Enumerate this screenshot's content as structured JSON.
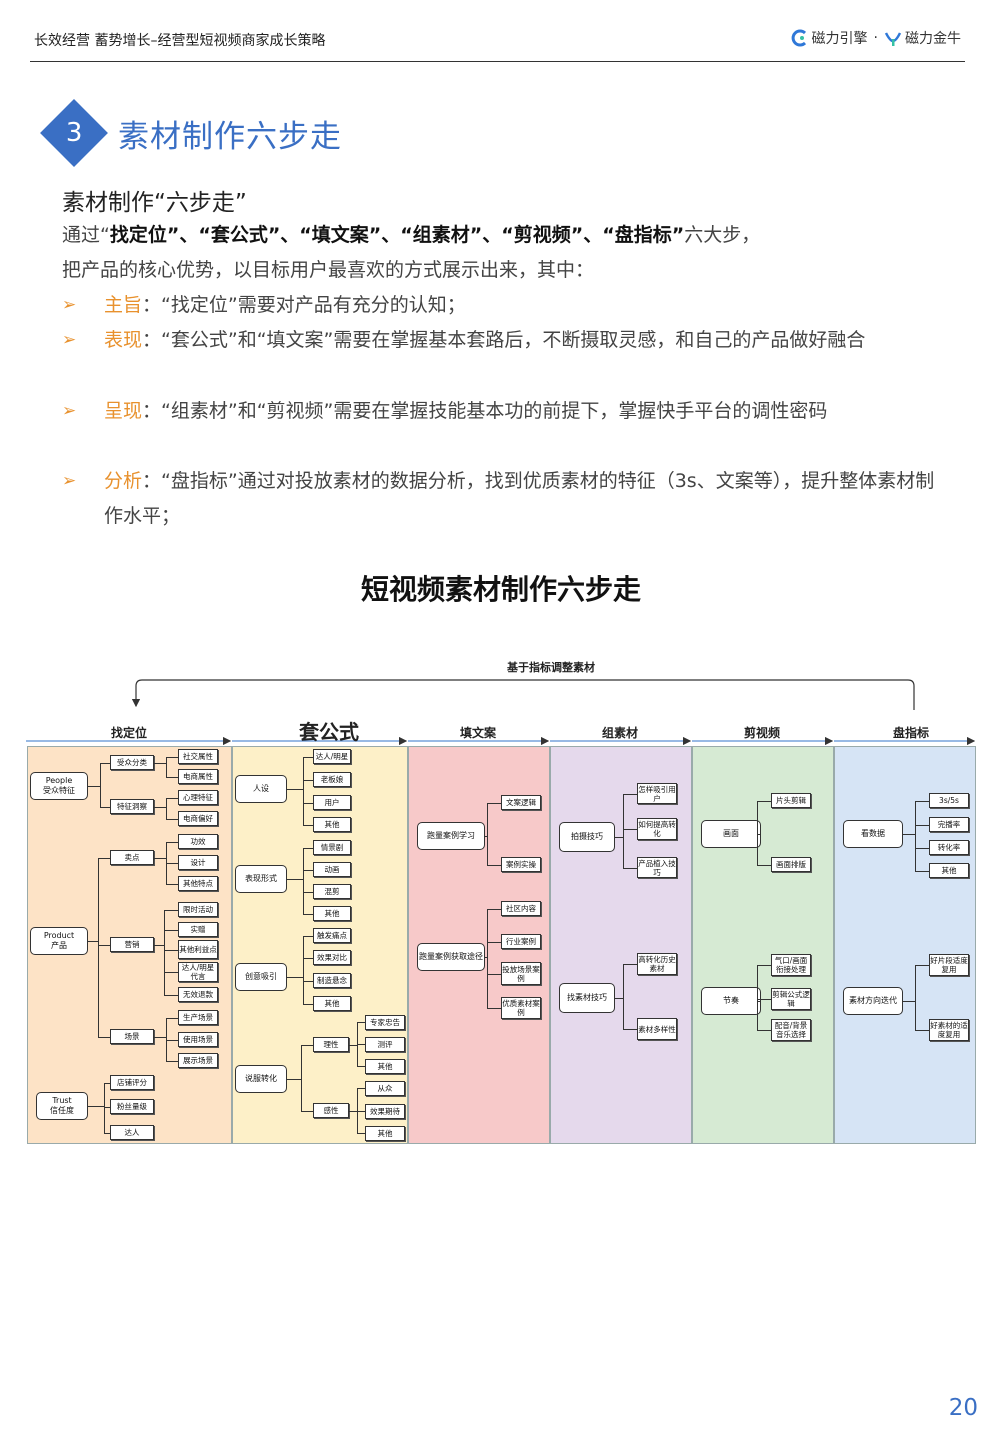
{
  "header": {
    "title": "长效经营 蓄势增长–经营型短视频商家成长策略",
    "logo1": "磁力引擎",
    "separator": "·",
    "logo2": "磁力金牛"
  },
  "section": {
    "number": "3",
    "title": "素材制作六步走"
  },
  "subhead": "素材制作“六步走”",
  "intro": {
    "p1": "通过“",
    "k1": "找定位”、“套公式”、“填文案”、“组素材”、“剪视频”、“盘指标”",
    "p2": "六大步，",
    "line2": "把产品的核心优势，以目标用户最喜欢的方式展示出来，其中："
  },
  "bullets": [
    {
      "arrow": "➢",
      "kw": "主旨",
      "text": "：“找定位”需要对产品有充分的认知；"
    },
    {
      "arrow": "➢",
      "kw": "表现",
      "text": "：“套公式”和“填文案”需要在掌握基本套路后，不断摄取灵感，和自己的产品做好融合"
    },
    {
      "arrow": "➢",
      "kw": "呈现",
      "text": "：“组素材”和“剪视频”需要在掌握技能基本功的前提下，掌握快手平台的调性密码"
    },
    {
      "arrow": "➢",
      "kw": "分析",
      "text": "：“盘指标”通过对投放素材的数据分析，找到优质素材的特征（3s、文案等），提升整体素材制作水平；"
    }
  ],
  "chart": {
    "title": "短视频素材制作六步走",
    "feedback": "基于指标调整素材",
    "steps": [
      "找定位",
      "套公式",
      "填文案",
      "组素材",
      "剪视频",
      "盘指标"
    ],
    "colors": [
      "#fde3c6",
      "#fdf0c8",
      "#f7c9c9",
      "#e5d9ec",
      "#d6ead3",
      "#d6e4f5"
    ],
    "c1": {
      "roots": [
        "People\n受众特征",
        "Product\n产品",
        "Trust\n信任度"
      ],
      "mids": [
        "受众分类",
        "特征洞察",
        "卖点",
        "营销",
        "场景",
        "店铺评分",
        "粉丝量级",
        "达人"
      ],
      "leaves": [
        "社交属性",
        "电商属性",
        "心理特征",
        "电商偏好",
        "功效",
        "设计",
        "其他特点",
        "限时活动",
        "实赠",
        "其他利益点",
        "达人/明星代言",
        "无效退款",
        "生产场景",
        "使用场景",
        "展示场景"
      ]
    },
    "c2": {
      "roots": [
        "人设",
        "表现形式",
        "创意吸引",
        "说服转化"
      ],
      "leaves": [
        "达人/明星",
        "老板娘",
        "用户",
        "其他",
        "情景剧",
        "动画",
        "混剪",
        "其他",
        "触发痛点",
        "效果对比",
        "制造悬念",
        "其他"
      ],
      "mids": [
        "理性",
        "感性"
      ],
      "subs": [
        "专家忠告",
        "测评",
        "其他",
        "从众",
        "效果期待",
        "其他"
      ]
    },
    "c3": {
      "roots": [
        "跑量案例学习",
        "跑量案例获取途径"
      ],
      "leaves": [
        "文案逻辑",
        "案例实操",
        "社区内容",
        "行业案例",
        "投放场景案例",
        "优质素材案例"
      ]
    },
    "c4": {
      "roots": [
        "拍摄技巧",
        "找素材技巧"
      ],
      "leaves": [
        "怎样吸引用户",
        "如何提高转化",
        "产品植入技巧",
        "高转化历史素材",
        "素材多样性"
      ]
    },
    "c5": {
      "roots": [
        "画面",
        "节奏"
      ],
      "leaves": [
        "片头剪辑",
        "画面排版",
        "气口/画面衔接处理",
        "剪辑公式逻辑",
        "配音/背景音乐选择"
      ]
    },
    "c6": {
      "roots": [
        "看数据",
        "素材方向迭代"
      ],
      "leaves": [
        "3s/5s",
        "完播率",
        "转化率",
        "其他",
        "好片段适度复用",
        "好素材的适度复用"
      ]
    }
  },
  "page_number": "20"
}
